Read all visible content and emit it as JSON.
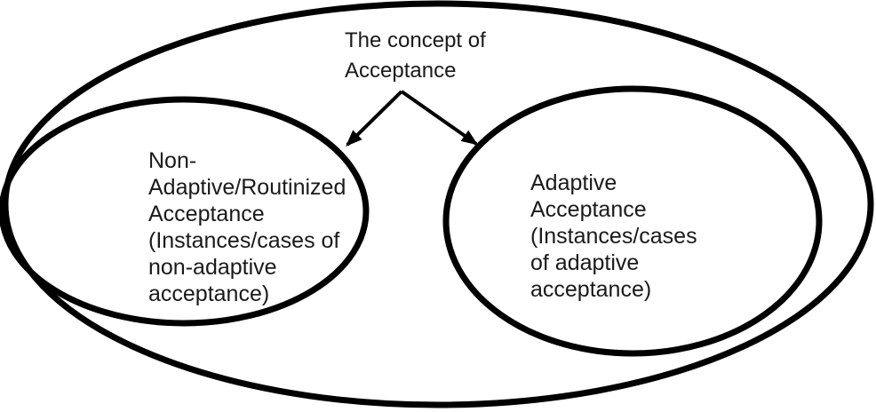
{
  "title": {
    "lines": [
      "The concept of",
      "Acceptance"
    ]
  },
  "left_node": {
    "lines": [
      "Non-",
      "Adaptive/Routinized",
      "Acceptance",
      "(Instances/cases of",
      "non-adaptive",
      "acceptance)"
    ]
  },
  "right_node": {
    "lines": [
      "Adaptive",
      "Acceptance",
      "(Instances/cases",
      "of adaptive",
      "acceptance)"
    ]
  },
  "colors": {
    "stroke": "#000000",
    "text": "#1a1a1a",
    "background": "#ffffff"
  }
}
